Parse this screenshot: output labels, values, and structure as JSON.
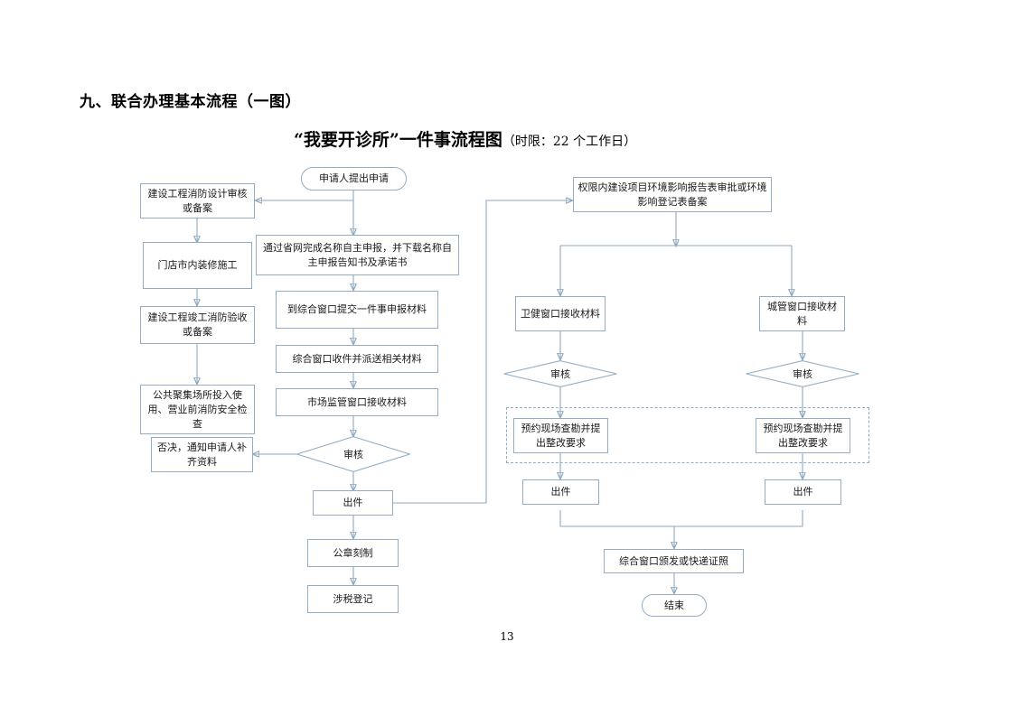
{
  "document": {
    "heading": "九、联合办理基本流程（一图）",
    "title_main": "“我要开诊所”一件事流程图",
    "title_note": "（时限：22 个工作日）",
    "page_number": "13"
  },
  "palette": {
    "border": "#93aec4",
    "connector": "#8fa9bf",
    "arrow": "#3f6d99",
    "text": "#1a1a1a",
    "background": "#ffffff"
  },
  "flowchart": {
    "type": "flowchart",
    "start_node": {
      "label": "申请人提出申请",
      "shape": "terminator"
    },
    "end_node": {
      "label": "结束",
      "shape": "terminator"
    },
    "left_branch": {
      "name": "消防支线",
      "nodes": [
        {
          "id": "fire-design",
          "label": "建设工程消防设计审核或备案",
          "shape": "process"
        },
        {
          "id": "interior-construction",
          "label": "门店市内装修施工",
          "shape": "process"
        },
        {
          "id": "fire-acceptance",
          "label": "建设工程竣工消防验收或备案",
          "shape": "process"
        },
        {
          "id": "fire-safety-check",
          "label": "公共聚集场所投入使用、营业前消防安全检查",
          "shape": "process"
        }
      ]
    },
    "center_branch": {
      "name": "市场监管主线",
      "nodes": [
        {
          "id": "name-declaration",
          "label": "通过省网完成名称自主申报，并下载名称自主申报告知书及承诺书",
          "shape": "process"
        },
        {
          "id": "submit-materials",
          "label": "到综合窗口提交一件事申报材料",
          "shape": "process"
        },
        {
          "id": "window-receive-dispatch",
          "label": "综合窗口收件并派送相关材料",
          "shape": "process"
        },
        {
          "id": "market-window-receive",
          "label": "市场监管窗口接收材料",
          "shape": "process"
        },
        {
          "id": "center-review",
          "label": "审核",
          "shape": "decision"
        },
        {
          "id": "center-issue",
          "label": "出件",
          "shape": "process"
        },
        {
          "id": "seal-engraving",
          "label": "公章刻制",
          "shape": "process"
        },
        {
          "id": "tax-registration",
          "label": "涉税登记",
          "shape": "process"
        }
      ],
      "reject_node": {
        "id": "reject-notice",
        "label": "否决，通知申请人补齐资料",
        "shape": "process"
      }
    },
    "environment_node": {
      "id": "env-approval",
      "label": "权限内建设项目环境影响报告表审批或环境影响登记表备案",
      "shape": "process"
    },
    "health_branch": {
      "name": "卫健支线",
      "nodes": [
        {
          "id": "health-window-receive",
          "label": "卫健窗口接收材料",
          "shape": "process"
        },
        {
          "id": "health-review",
          "label": "审核",
          "shape": "decision"
        },
        {
          "id": "health-site-survey",
          "label": "预约现场查勘并提出整改要求",
          "shape": "process"
        },
        {
          "id": "health-issue",
          "label": "出件",
          "shape": "process"
        }
      ]
    },
    "urban_branch": {
      "name": "城管支线",
      "nodes": [
        {
          "id": "urban-window-receive",
          "label": "城管窗口接收材料",
          "shape": "process"
        },
        {
          "id": "urban-review",
          "label": "审核",
          "shape": "decision"
        },
        {
          "id": "urban-site-survey",
          "label": "预约现场查勘并提出整改要求",
          "shape": "process"
        },
        {
          "id": "urban-issue",
          "label": "出件",
          "shape": "process"
        }
      ]
    },
    "merge_node": {
      "id": "issue-license",
      "label": "综合窗口颁发或快递证照",
      "shape": "process"
    }
  }
}
